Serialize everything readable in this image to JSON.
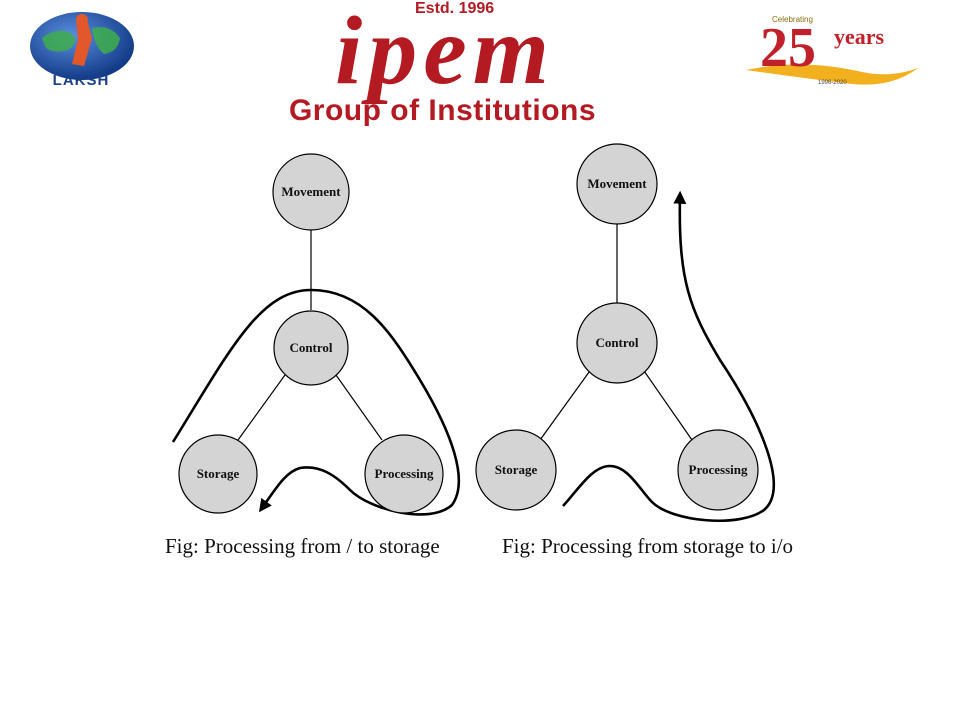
{
  "header": {
    "left_logo_text": "LAKSH",
    "estd": "Estd. 1996",
    "brand": "ipem",
    "group": "Group of Institutions",
    "badge": {
      "top": "Celebrating",
      "number": "25",
      "word": "years",
      "range": "1996-2020"
    }
  },
  "diagrams": [
    {
      "caption": "Fig: Processing from / to storage",
      "nodes": {
        "movement": "Movement",
        "control": "Control",
        "storage": "Storage",
        "processing": "Processing"
      }
    },
    {
      "caption": "Fig: Processing from storage to i/o",
      "nodes": {
        "movement": "Movement",
        "control": "Control",
        "storage": "Storage",
        "processing": "Processing"
      }
    }
  ],
  "colors": {
    "brand_red": "#b31a22",
    "node_fill": "#d4d4d4",
    "globe_blue": "#1a4fa0"
  }
}
